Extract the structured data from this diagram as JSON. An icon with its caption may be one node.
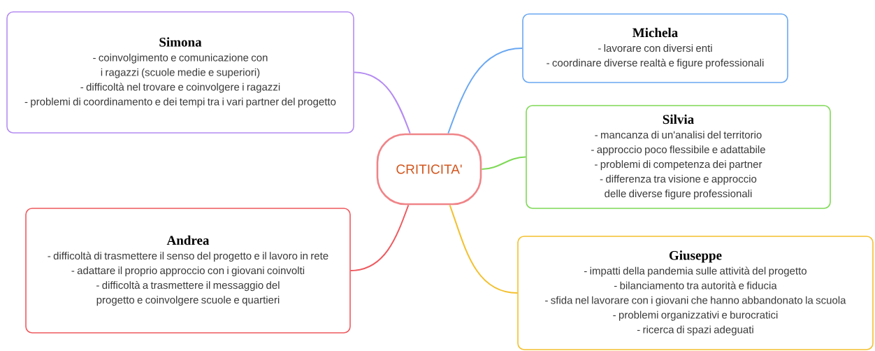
{
  "diagram": {
    "nodes": [
      {
        "text": [
          "CRITICITA'"
        ]
      },
      {
        "text": [
          "Simona",
          "- coinvolgimento e comunicazione con i ragazzi (scuole medie e superiori)",
          "- difficoltà nel trovare e coinvolgere i ragazzi",
          "- problemi di coordinamento e dei tempi tra i vari partner del progetto"
        ]
      },
      {
        "text": [
          "Michela",
          "- lavorare con diversi enti",
          "- coordinare diverse realtà e figure professionali"
        ]
      },
      {
        "text": [
          "Silvia",
          "- mancanza di un'analisi del territorio",
          "- approccio poco flessibile e adattabile",
          "- problemi di competenza dei partner",
          "- differenza tra visione e approccio delle diverse figure professionali"
        ]
      },
      {
        "text": [
          "Andrea",
          "- difficoltà di trasmettere il senso del progetto e il lavoro in rete",
          "- adattare il proprio approccio con i giovani coinvolti",
          "- difficoltà a trasmettere il messaggio del progetto e coinvolgere scuole e quartieri"
        ]
      },
      {
        "text": [
          "Giuseppe",
          "- impatti della pandemia sulle attività del progetto",
          "- bilanciamento tra autorità e fiducia",
          "- sfida nel lavorare con i giovani che hanno abbandonato la scuola",
          "- problemi organizzativi e burocratici",
          "- ricerca di spazi adeguati"
        ]
      }
    ],
    "edges": [
      {
        "from": 0,
        "to": 1,
        "arrow": "none",
        "color": "#b58cf2"
      },
      {
        "from": 0,
        "to": 2,
        "arrow": "none",
        "color": "#6aa8f2"
      },
      {
        "from": 0,
        "to": 3,
        "arrow": "none",
        "color": "#7fd957"
      },
      {
        "from": 0,
        "to": 4,
        "arrow": "none",
        "color": "#ee5a5f"
      },
      {
        "from": 0,
        "to": 5,
        "arrow": "none",
        "color": "#f3c02e"
      }
    ]
  }
}
